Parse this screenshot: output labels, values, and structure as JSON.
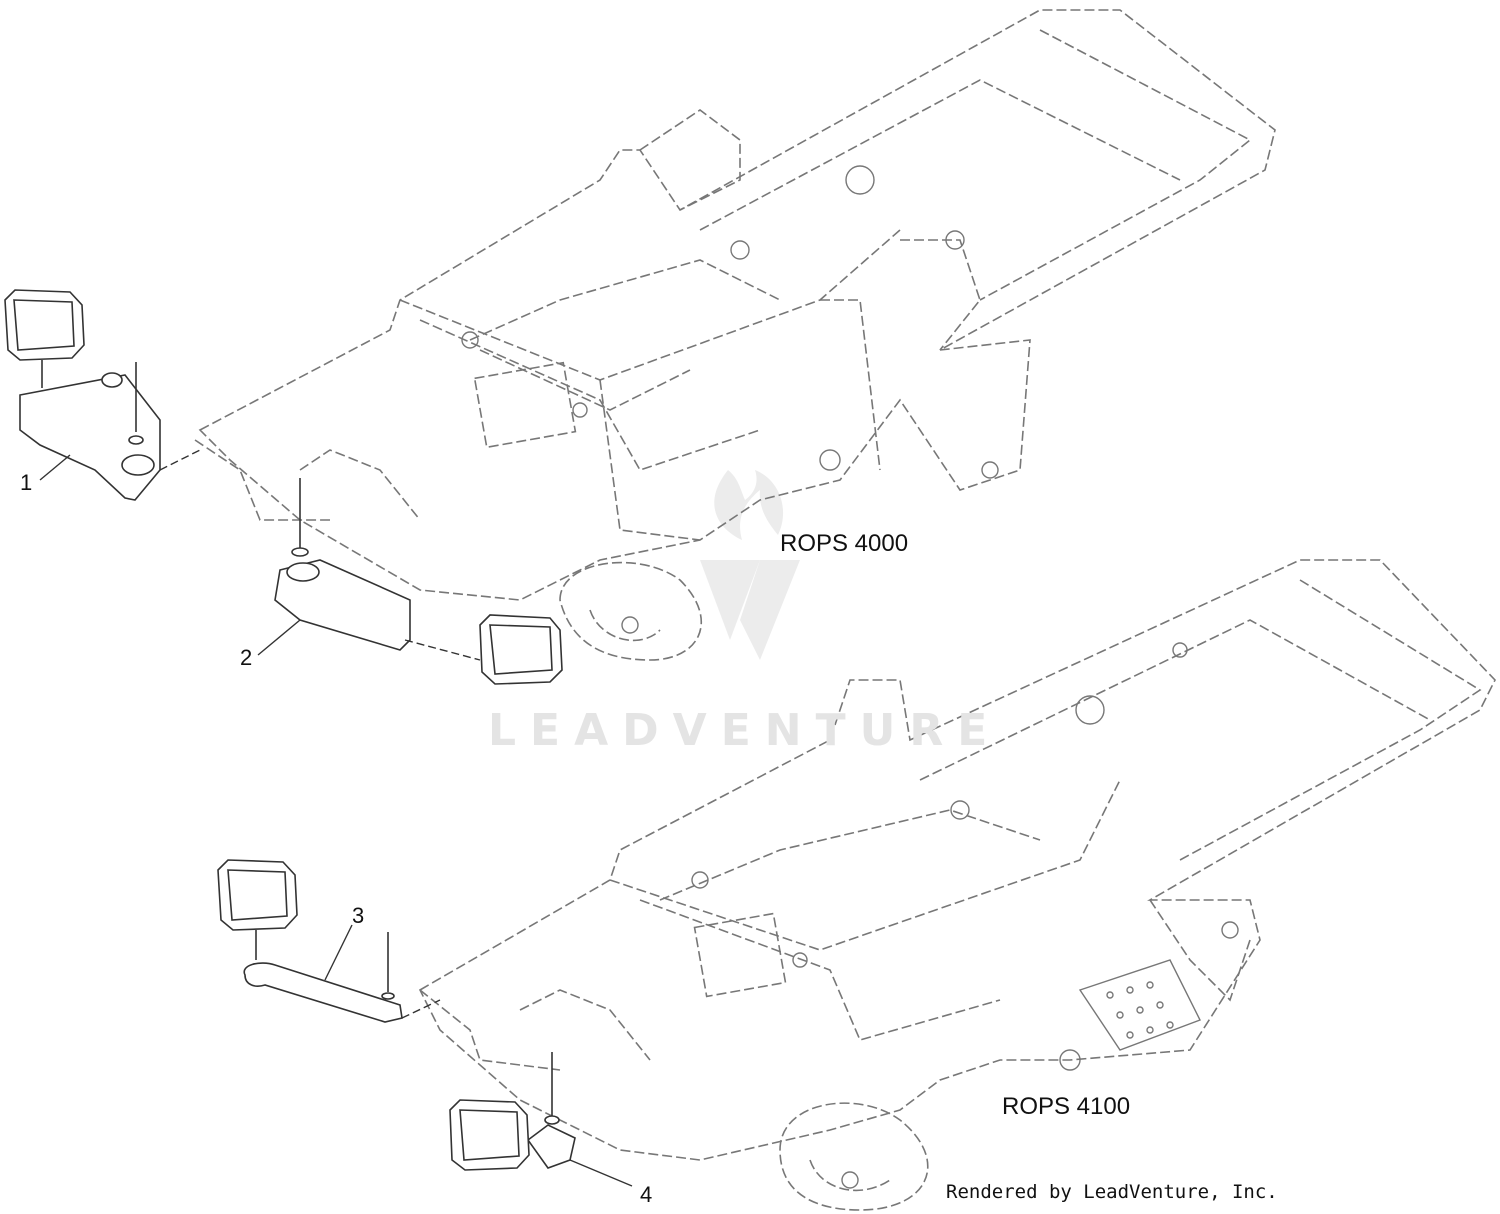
{
  "diagram": {
    "assemblies": [
      {
        "label": "ROPS 4000"
      },
      {
        "label": "ROPS 4100"
      }
    ],
    "callouts": [
      "1",
      "2",
      "3",
      "4"
    ],
    "watermark": "LEADVENTURE",
    "credit": "Rendered by LeadVenture, Inc."
  }
}
